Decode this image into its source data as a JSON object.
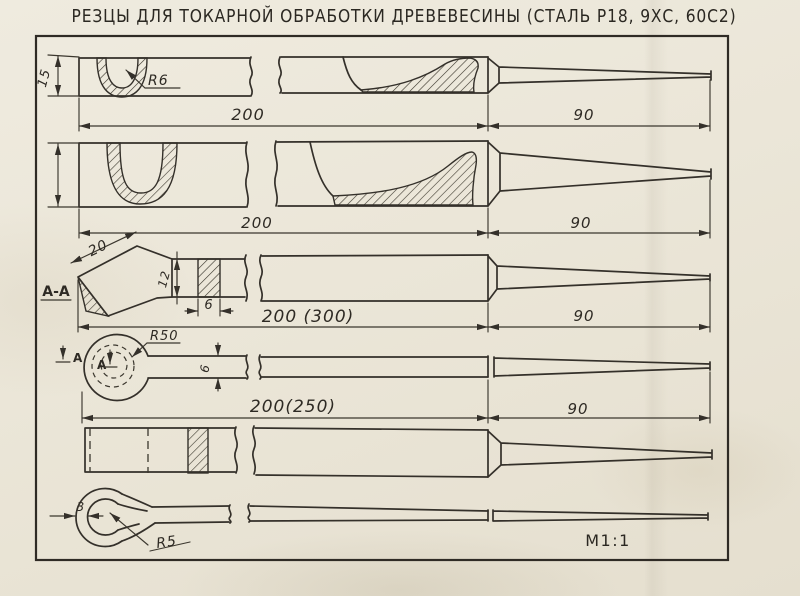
{
  "title": "РЕЗЦЫ ДЛЯ ТОКАРНОЙ ОБРАБОТКИ ДРЕВЕВЕСИНЫ (СТАЛЬ Р18, 9ХС, 60С2)",
  "scale_label": "М1:1",
  "colors": {
    "paper": "#eae5d7",
    "ink": "#34302a"
  },
  "tools": {
    "t1": {
      "height": "15",
      "radius": "R6",
      "length": "200",
      "tang": "90"
    },
    "t2": {
      "length": "200",
      "tang": "90"
    },
    "t3": {
      "section": "А-А",
      "edge": "20",
      "height": "12",
      "band": "6",
      "length": "200 (300)",
      "tang": "90"
    },
    "t4": {
      "radius": "R50",
      "mark_outer": "А",
      "mark_inner": "А",
      "height": "6",
      "length": "200(250)",
      "tang": "90"
    },
    "t6": {
      "thickness": "3",
      "radius": "R5"
    }
  }
}
